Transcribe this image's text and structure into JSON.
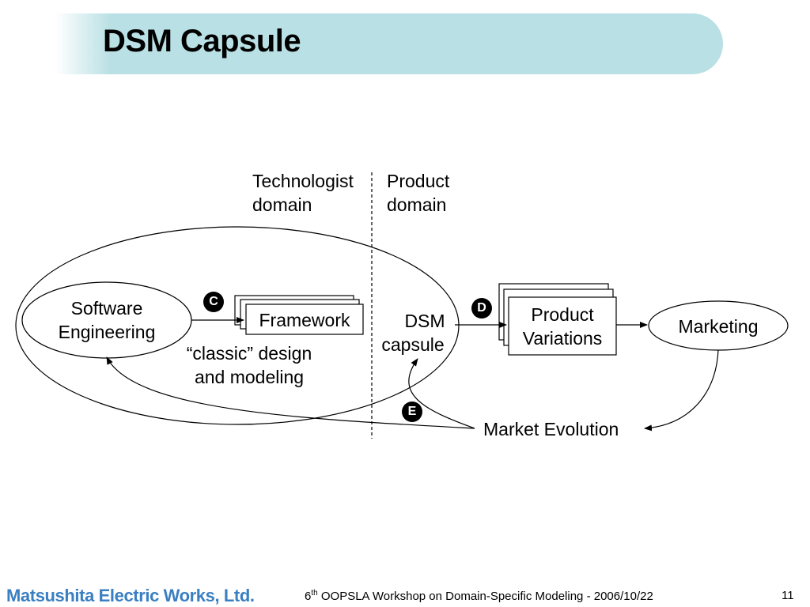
{
  "slide": {
    "title": "DSM Capsule",
    "accent_color": "#b9e0e4"
  },
  "diagram": {
    "technologist_domain": [
      "Technologist",
      "domain"
    ],
    "product_domain": [
      "Product",
      "domain"
    ],
    "software_engineering": [
      "Software",
      "Engineering"
    ],
    "framework": "Framework",
    "classic_design": [
      "“classic” design",
      "and modeling"
    ],
    "dsm_capsule": [
      "DSM",
      "capsule"
    ],
    "product_variations": [
      "Product",
      "Variations"
    ],
    "marketing": "Marketing",
    "market_evolution": "Market Evolution",
    "badges": [
      "C",
      "D",
      "E"
    ]
  },
  "footer": {
    "company": "Matsushita Electric Works, Ltd.",
    "edition_number": "6",
    "edition_suffix": "th",
    "event": " OOPSLA Workshop on Domain-Specific Modeling - 2006/10/22",
    "page": "11"
  }
}
